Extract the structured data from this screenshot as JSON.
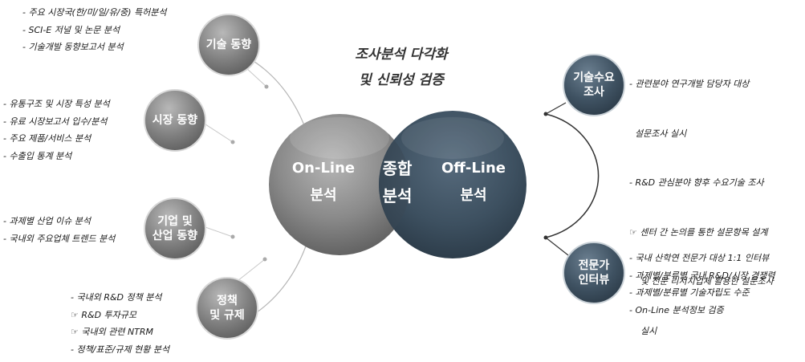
{
  "title": {
    "line1": "조사분석 다각화",
    "line2": "및 신뢰성 검증"
  },
  "venn": {
    "left": {
      "line1": "On-Line",
      "line2": "분석"
    },
    "center": {
      "line1": "종합",
      "line2": "분석"
    },
    "right": {
      "line1": "Off-Line",
      "line2": "분석"
    }
  },
  "left_nodes": [
    {
      "label": "기술 동향",
      "items": [
        "- 주요 시장국(한/미/일/유/중) 특허분석",
        "- SCI-E 저널 및 논문 분석",
        "- 기술개발 동향보고서 분석"
      ]
    },
    {
      "label": "시장 동향",
      "items": [
        "- 유통구조 및 시장 특성 분석",
        "- 유료 시장보고서 입수/분석",
        "- 주요 제품/서비스 분석",
        "- 수출입 통계 분석"
      ]
    },
    {
      "label": "기업 및\n산업 동향",
      "items": [
        "- 과제별 산업 이슈 분석",
        "- 국내외 주요업체 트렌드 분석"
      ]
    },
    {
      "label": "정책\n및 규제",
      "items": [
        "- 국내외 R&D 정책 분석",
        "☞ R&D 투자규모",
        "☞ 국내외 관련 NTRM",
        "- 정책/표준/규제 현황 분석"
      ]
    }
  ],
  "right_nodes": [
    {
      "label": "기술수요\n조사",
      "items": [
        "- 관련분야 연구개발 담당자 대상",
        "  설문조사 실시",
        "- R&D 관심분야 향후 수요기술 조사",
        "☞ 센터 간 논의를 통한 설문항목 설계",
        "    및 전문 리서치업체 활용한 설문조사",
        "    실시"
      ]
    },
    {
      "label": "전문가\n인터뷰",
      "items": [
        "- 국내 산학연 전문가 대상 1:1 인터뷰",
        "- 과제별/분류별 국내 R&D/시장 경쟁력",
        "- 과제별/분류별 기술자립도 수준",
        "- On-Line 분석정보 검증"
      ]
    }
  ],
  "colors": {
    "gray_node": "#7a7a7a",
    "dark_node": "#3c4f5f",
    "connector": "#b5b5b5",
    "text": "#1a1a1a"
  }
}
